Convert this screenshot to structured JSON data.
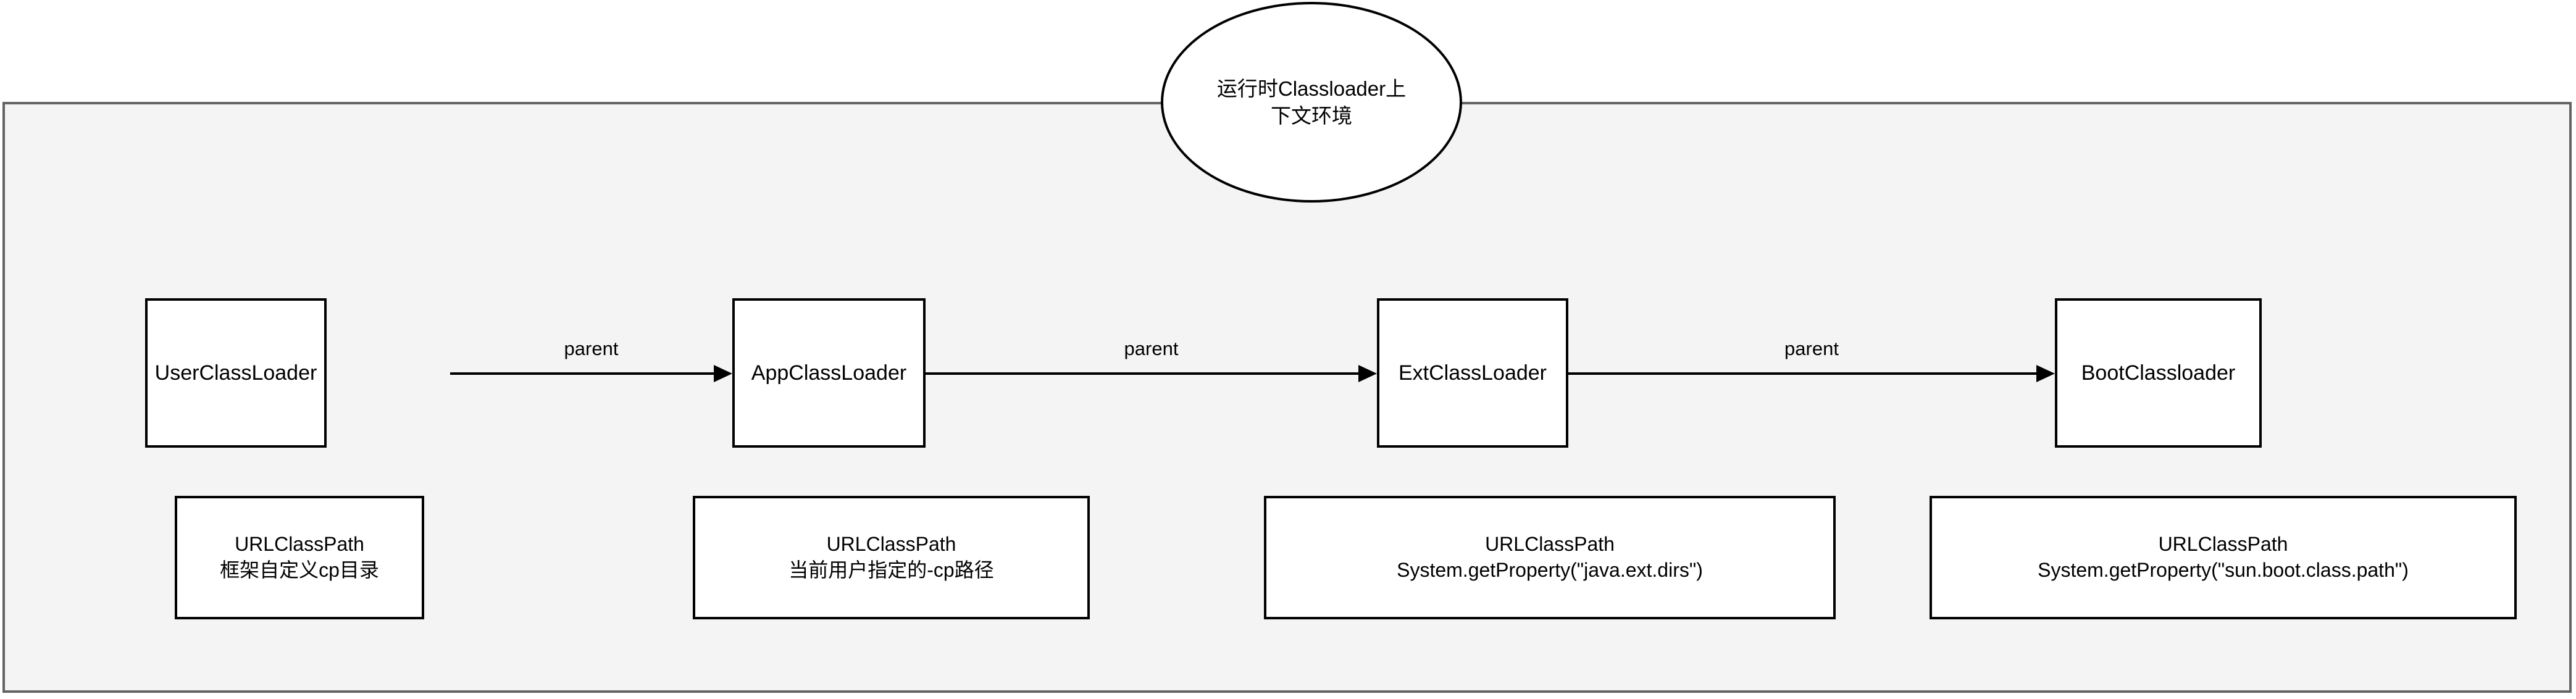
{
  "diagram": {
    "context_bubble": {
      "label": "运行时Classloader上下文环境"
    },
    "loaders": [
      {
        "name": "UserClassLoader"
      },
      {
        "name": "AppClassLoader"
      },
      {
        "name": "ExtClassLoader"
      },
      {
        "name": "BootClassloader"
      }
    ],
    "relations": [
      {
        "label": "parent"
      },
      {
        "label": "parent"
      },
      {
        "label": "parent"
      }
    ],
    "classpaths": [
      {
        "title": "URLClassPath",
        "detail": "框架自定义cp目录"
      },
      {
        "title": "URLClassPath",
        "detail": "当前用户指定的-cp路径"
      },
      {
        "title": "URLClassPath",
        "detail": "System.getProperty(\"java.ext.dirs\")"
      },
      {
        "title": "URLClassPath",
        "detail": "System.getProperty(\"sun.boot.class.path\")"
      }
    ]
  },
  "colors": {
    "container_fill": "#f4f4f4",
    "container_border": "#636363",
    "node_fill": "#ffffff",
    "node_border": "#000000",
    "text": "#000000",
    "page_background": "#ffffff"
  }
}
